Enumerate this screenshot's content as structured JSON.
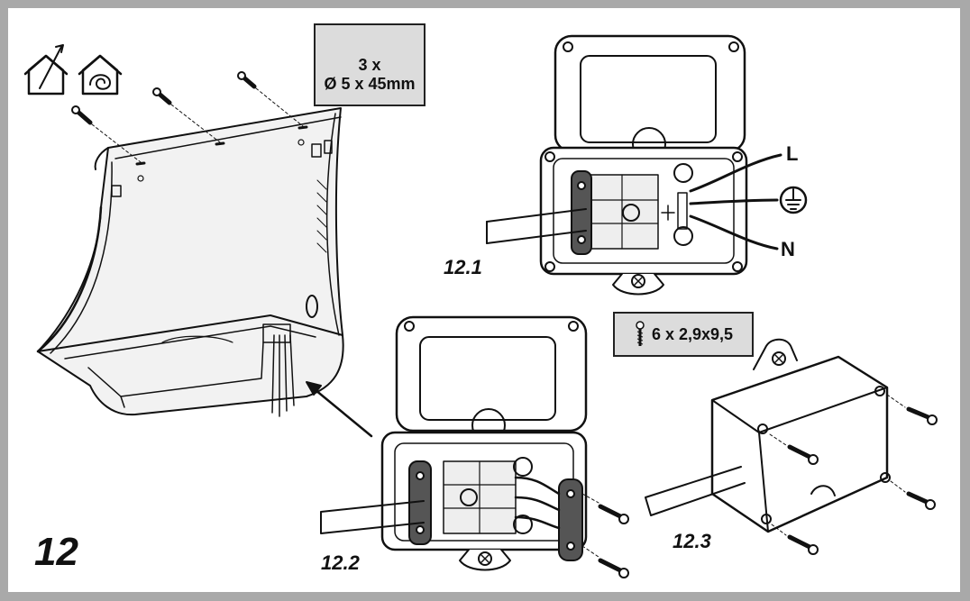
{
  "figure": {
    "number": "12",
    "steps": [
      "12.1",
      "12.2",
      "12.3"
    ]
  },
  "screw_spec_large": {
    "count": "3 x",
    "size": "Ø 5 x 45mm",
    "icon": "screw-icon"
  },
  "screw_spec_small": {
    "label": "6 x 2,9x9,5",
    "icon": "screw-icon"
  },
  "wire_labels": {
    "live": "L",
    "neutral": "N",
    "earth_icon": "earth-ground-icon"
  },
  "icons": [
    "indoor-use-house-icon",
    "ventilated-room-house-icon"
  ],
  "colors": {
    "border": "#a9a9a9",
    "label_box": "#dcdcdc",
    "line": "#111111",
    "shade": "#555555"
  }
}
